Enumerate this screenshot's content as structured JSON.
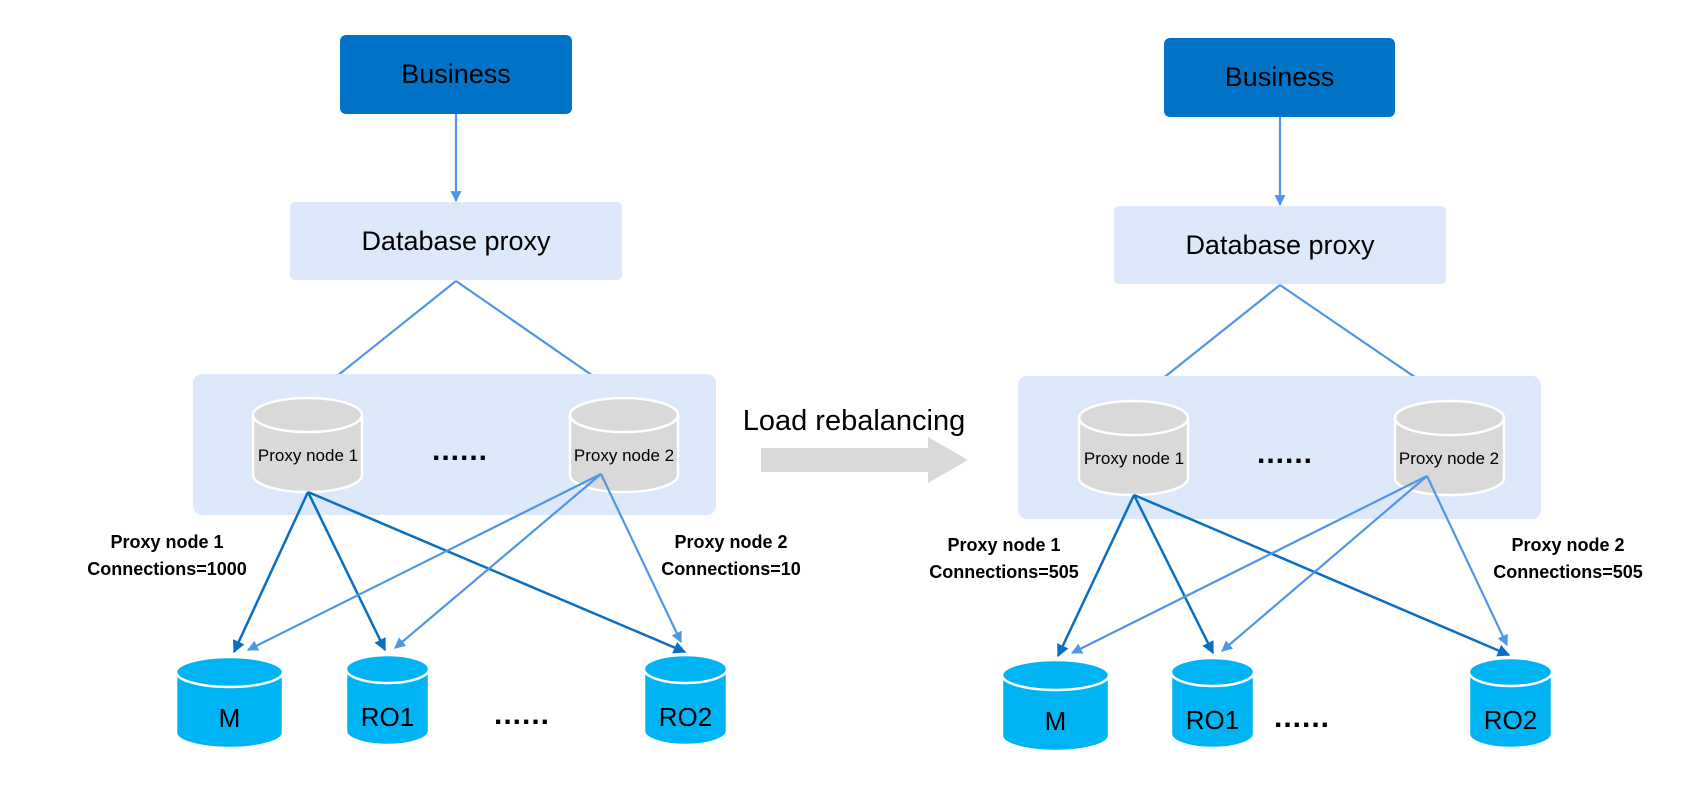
{
  "colors": {
    "business_fill": "#0173c6",
    "proxy_bg": "#dde9fa",
    "proxy_node_fill": "#d9d9d9",
    "db_fill": "#00b4f4",
    "arrow_light": "#4f97e6",
    "arrow_dark": "#0a6fc0",
    "rebalance_arrow": "#d9d9d9"
  },
  "transition": {
    "label": "Load rebalancing"
  },
  "panels": [
    {
      "id": "before",
      "business_label": "Business",
      "database_proxy_label": "Database proxy",
      "proxy_nodes": [
        {
          "label": "Proxy node 1"
        },
        {
          "label": "Proxy node 2"
        }
      ],
      "proxy_ellipsis": "......",
      "databases": [
        {
          "label": "M"
        },
        {
          "label": "RO1"
        },
        {
          "label": "RO2"
        }
      ],
      "db_ellipsis": "......",
      "connections": [
        {
          "node": "Proxy node 1",
          "text": "Connections=1000",
          "value": 1000
        },
        {
          "node": "Proxy node 2",
          "text": "Connections=10",
          "value": 10
        }
      ]
    },
    {
      "id": "after",
      "business_label": "Business",
      "database_proxy_label": "Database proxy",
      "proxy_nodes": [
        {
          "label": "Proxy node 1"
        },
        {
          "label": "Proxy node 2"
        }
      ],
      "proxy_ellipsis": "......",
      "databases": [
        {
          "label": "M"
        },
        {
          "label": "RO1"
        },
        {
          "label": "RO2"
        }
      ],
      "db_ellipsis": "......",
      "connections": [
        {
          "node": "Proxy node 1",
          "text": "Connections=505",
          "value": 505
        },
        {
          "node": "Proxy node 2",
          "text": "Connections=505",
          "value": 505
        }
      ]
    }
  ]
}
